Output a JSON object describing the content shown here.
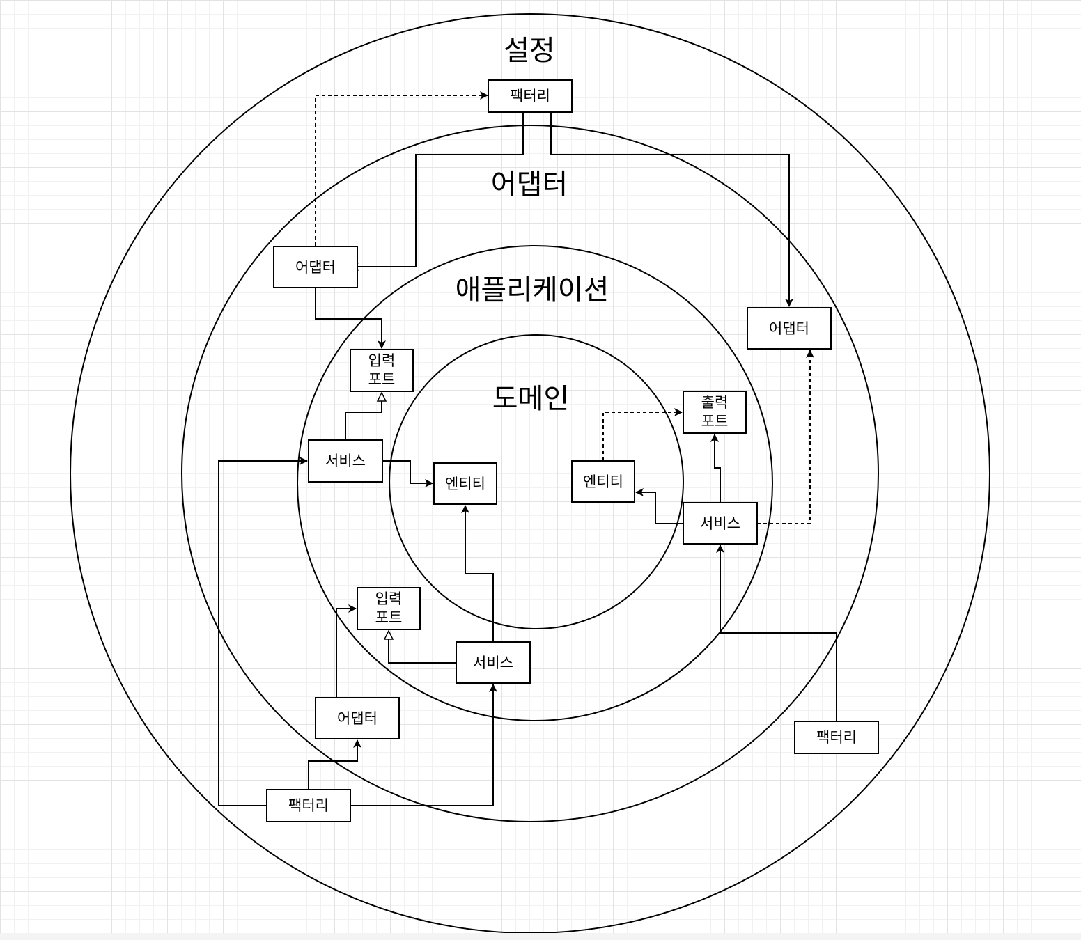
{
  "layers": {
    "config": "설정",
    "adapter": "어댑터",
    "application": "애플리케이션",
    "domain": "도메인"
  },
  "nodes": {
    "factory_top": [
      "팩터리"
    ],
    "adapter_left": [
      "어댑터"
    ],
    "adapter_right": [
      "어댑터"
    ],
    "input_port_1": [
      "입력",
      "포트"
    ],
    "output_port": [
      "출력",
      "포트"
    ],
    "service_left": [
      "서비스"
    ],
    "entity_left": [
      "엔티티"
    ],
    "entity_right": [
      "엔티티"
    ],
    "service_right": [
      "서비스"
    ],
    "input_port_2": [
      "입력",
      "포트"
    ],
    "service_bottom": [
      "서비스"
    ],
    "adapter_bottom": [
      "어댑터"
    ],
    "factory_bottom_left": [
      "팩터리"
    ],
    "factory_bottom_right": [
      "팩터리"
    ]
  }
}
